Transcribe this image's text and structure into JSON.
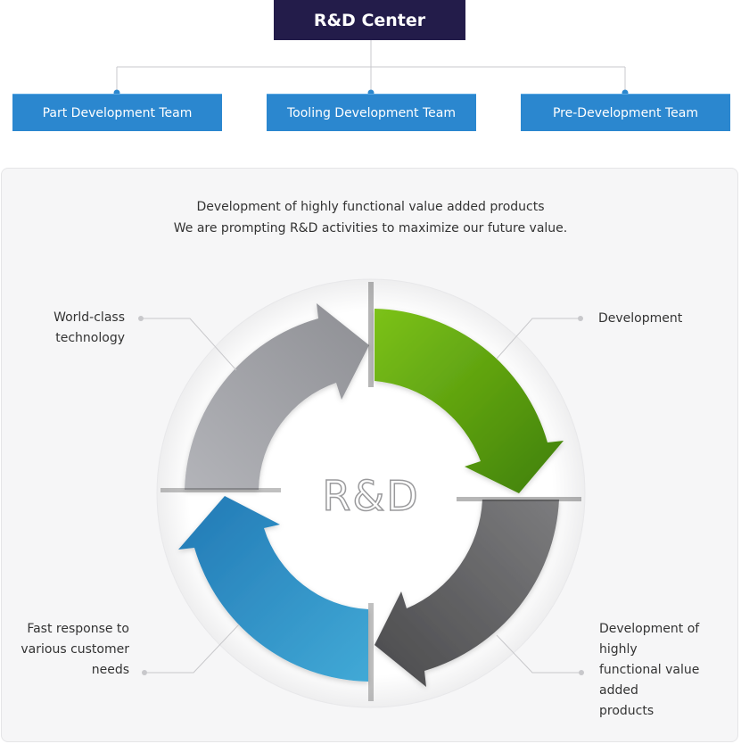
{
  "org": {
    "top": "R&D Center",
    "teams": [
      "Part Development Team",
      "Tooling Development Team",
      "Pre-Development Team"
    ]
  },
  "intro": {
    "line1": "Development of highly functional value added products",
    "line2": "We are prompting R&D activities to maximize our future value."
  },
  "cycle": {
    "center": "R&D",
    "items": [
      {
        "lines": [
          "World-class",
          "technology"
        ]
      },
      {
        "lines": [
          "Development"
        ]
      },
      {
        "lines": [
          "Fast response to",
          "various customer",
          "needs"
        ]
      },
      {
        "lines": [
          "Development of highly",
          "functional value added",
          "products"
        ]
      }
    ]
  },
  "colors": {
    "navy": "#231c4a",
    "blue": "#2b87cf",
    "green": "#5c9e0c",
    "gray_light": "#a4a5aa",
    "gray_dark": "#5d5d5f",
    "cyan": "#2f95c8"
  }
}
